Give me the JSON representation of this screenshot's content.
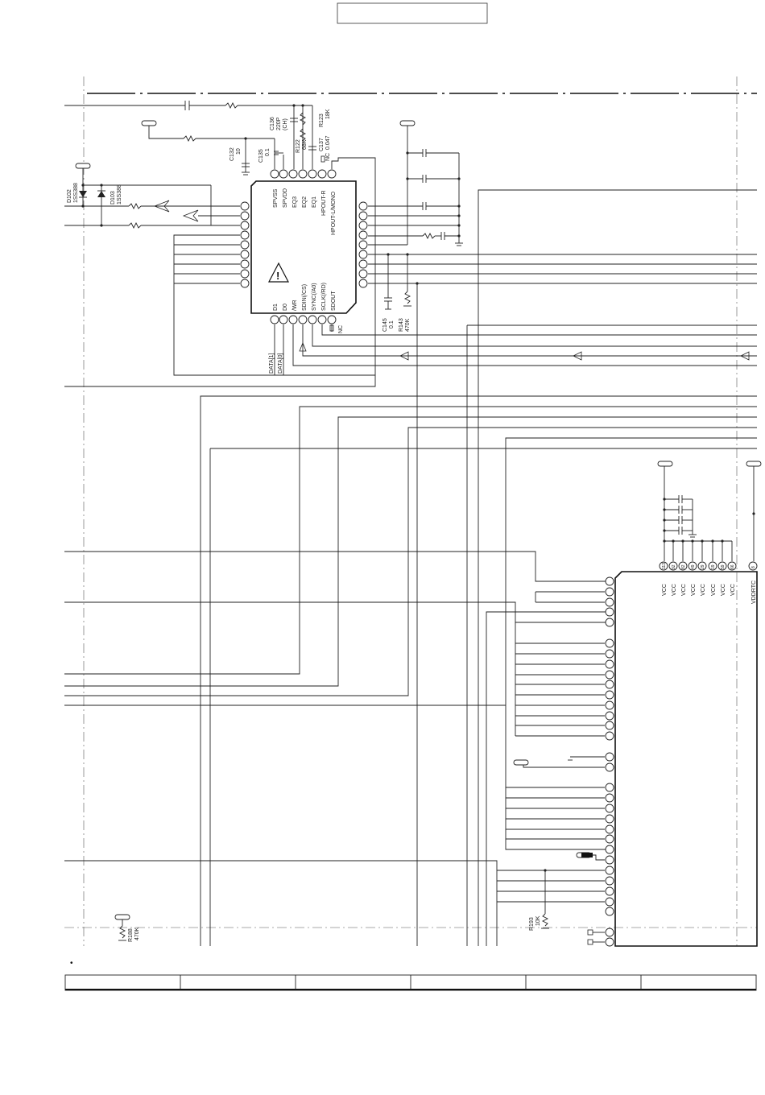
{
  "ic_top": {
    "pins_top": [
      "SPVSS",
      "SPVDD",
      "EQ3",
      "EQ2",
      "EQ1",
      "HPOUT-R",
      "HPOUT-L/MONO"
    ],
    "pins_bottom": [
      "D1",
      "D0",
      "/WR",
      "SDIN(/CS)",
      "SYNC(/A0)",
      "SCLK(/RD)",
      "SDOUT"
    ],
    "nc_top": "NC",
    "nc_bottom": "NC"
  },
  "components": {
    "c136": [
      "C136",
      "220P",
      "(CH)"
    ],
    "r123": [
      "R123",
      "18K"
    ],
    "r122": [
      "R122",
      "68K"
    ],
    "c137": [
      "C137",
      "0.047"
    ],
    "c132": [
      "C132",
      "10"
    ],
    "c135": [
      "C135",
      "0.1"
    ],
    "d102": [
      "D102",
      "1SS388"
    ],
    "d103": [
      "D103",
      "1SS388"
    ],
    "c145": [
      "C145",
      "0.1"
    ],
    "r143": [
      "R143",
      "470K"
    ],
    "r188": [
      "R188",
      "470K"
    ],
    "r193": [
      "R193",
      "10K"
    ]
  },
  "bus_labels": [
    "DATA[1]",
    "DATA[0]"
  ],
  "ic_main": {
    "vcc_pins": [
      "VCC",
      "VCC",
      "VCC",
      "VCC",
      "VCC",
      "VCC",
      "VCC",
      "VCC"
    ],
    "vcc_nums": [
      "113",
      "92",
      "82",
      "49",
      "29",
      "19",
      "59",
      "66"
    ],
    "vddrtc": "VDDRTC",
    "vddrtc_num": "8"
  },
  "footer": {
    "bullet": "•",
    "table_cells": [
      "",
      "",
      "",
      "",
      "",
      ""
    ]
  }
}
